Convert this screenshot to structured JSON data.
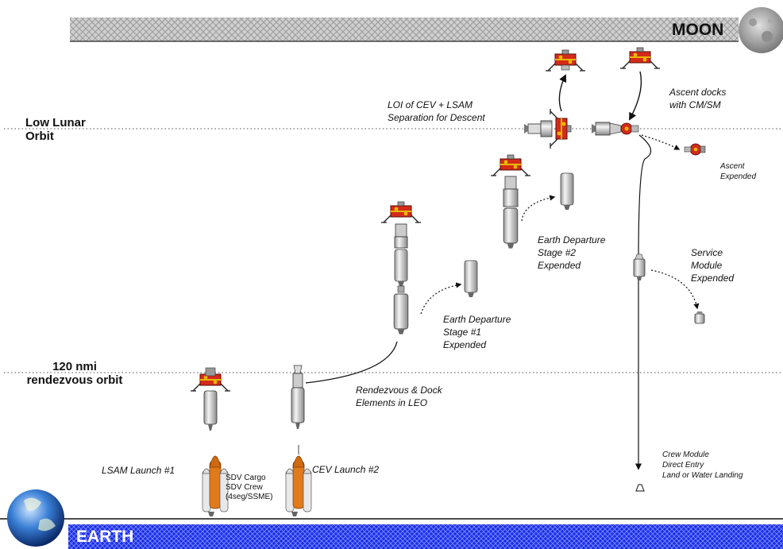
{
  "banners": {
    "moon": "MOON",
    "earth": "EARTH"
  },
  "orbits": {
    "low_lunar_line1": "Low Lunar",
    "low_lunar_line2": "Orbit",
    "leo_line1": "120 nmi",
    "leo_line2": "rendezvous orbit"
  },
  "labels": {
    "loi_line1": "LOI of CEV + LSAM",
    "loi_line2": "Separation for Descent",
    "ascent_docks_line1": "Ascent docks",
    "ascent_docks_line2": "with CM/SM",
    "ascent_expended_line1": "Ascent",
    "ascent_expended_line2": "Expended",
    "eds2_line1": "Earth Departure",
    "eds2_line2": "Stage #2",
    "eds2_line3": "Expended",
    "sm_line1": "Service",
    "sm_line2": "Module",
    "sm_line3": "Expended",
    "eds1_line1": "Earth Departure",
    "eds1_line2": "Stage #1",
    "eds1_line3": "Expended",
    "rendezvous_line1": "Rendezvous & Dock",
    "rendezvous_line2": "Elements in LEO",
    "cm_line1": "Crew Module",
    "cm_line2": "Direct Entry",
    "cm_line3": "Land or Water Landing",
    "lsam_launch": "LSAM Launch #1",
    "cev_launch": "CEV Launch #2",
    "sdv_line1": "SDV Cargo",
    "sdv_line2": "SDV Crew",
    "sdv_line3": "(4seg/SSME)"
  },
  "colors": {
    "moon_band": "#c8c8c8",
    "earth_band": "#1a2ee8",
    "lander": "#d42a1a",
    "lander_accent": "#e8b800",
    "stage_body": "#d8d8d8",
    "orbit_line": "#888888"
  }
}
